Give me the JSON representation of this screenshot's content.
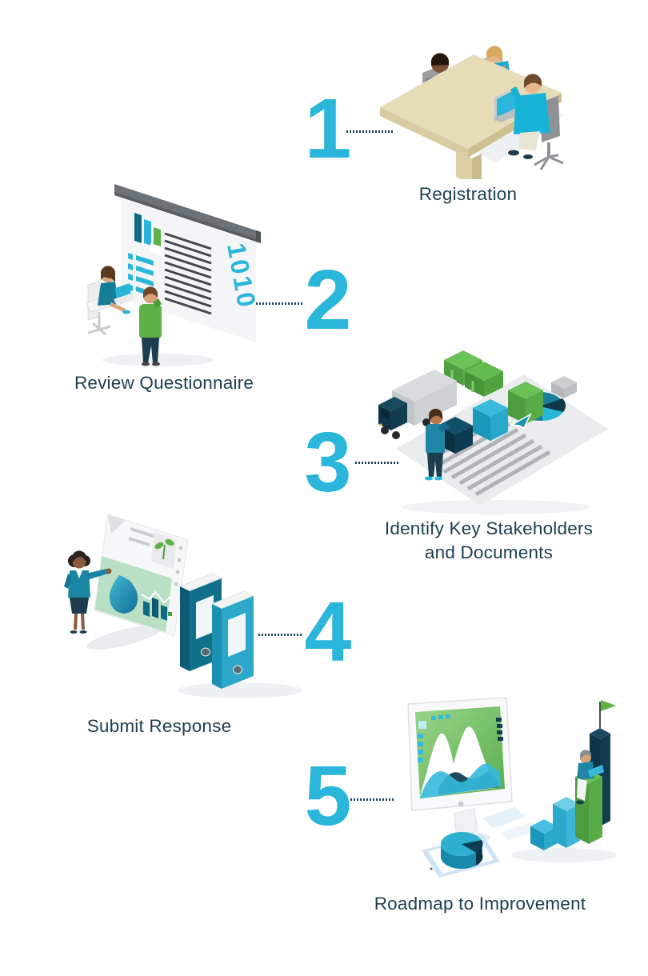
{
  "colors": {
    "accent_cyan": "#29b6da",
    "text_navy": "#1d3e4e",
    "green": "#5cb245",
    "teal_dark": "#0f6b86",
    "navy_deep": "#0c3a4a",
    "table_beige": "#e6dcb8",
    "document_gray": "#e9ebec"
  },
  "steps": [
    {
      "number": "1",
      "label": "Registration",
      "icon": "registration-desk-icon"
    },
    {
      "number": "2",
      "label": "Review Questionnaire",
      "icon": "presentation-board-icon"
    },
    {
      "number": "3",
      "label": "Identify Key Stakeholders and Documents",
      "label_lines": [
        "Identify Key Stakeholders",
        "and Documents"
      ],
      "icon": "stakeholders-report-icon"
    },
    {
      "number": "4",
      "label": "Submit Response",
      "icon": "document-binders-icon"
    },
    {
      "number": "5",
      "label": "Roadmap to Improvement",
      "icon": "monitor-roadmap-icon"
    }
  ],
  "board_binary_text": "1010"
}
